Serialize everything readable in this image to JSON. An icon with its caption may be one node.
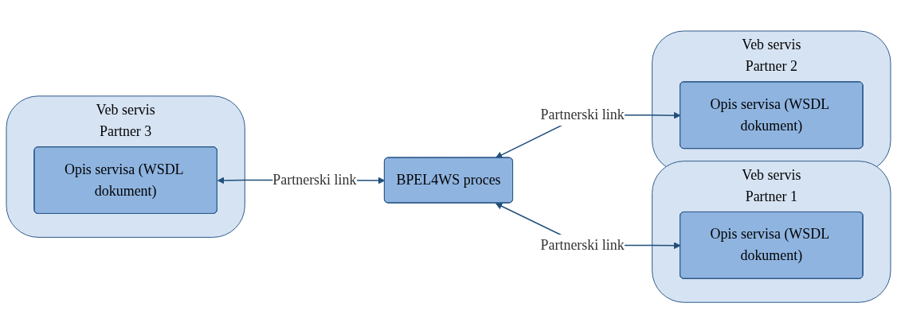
{
  "diagram": {
    "nodes": [
      {
        "text": [
          "Veb servis"
        ],
        "beside": [
          "Partner 1"
        ]
      },
      {
        "text": [
          "Opis servisa (WSDL dokument)"
        ],
        "in": 0
      },
      {
        "text": [
          "Veb servis"
        ],
        "beside": [
          "Partner 3"
        ]
      },
      {
        "text": [
          "Opis servisa (WSDL dokument)"
        ],
        "in": 2
      },
      {
        "text": [
          "BPEL4WS proces"
        ]
      },
      {
        "text": [
          "Veb servis"
        ],
        "beside": [
          "Partner 2"
        ]
      },
      {
        "text": [
          "Opis servisa (WSDL dokument)"
        ],
        "in": 5
      }
    ],
    "edges": [
      {
        "from": 4,
        "to": 1,
        "arrow": "both",
        "label": "Partnerski link"
      },
      {
        "from": 3,
        "to": 4,
        "arrow": "both",
        "label": "Partnerski link"
      },
      {
        "from": 4,
        "to": 6,
        "arrow": "both",
        "label": "Partnerski link"
      }
    ]
  }
}
